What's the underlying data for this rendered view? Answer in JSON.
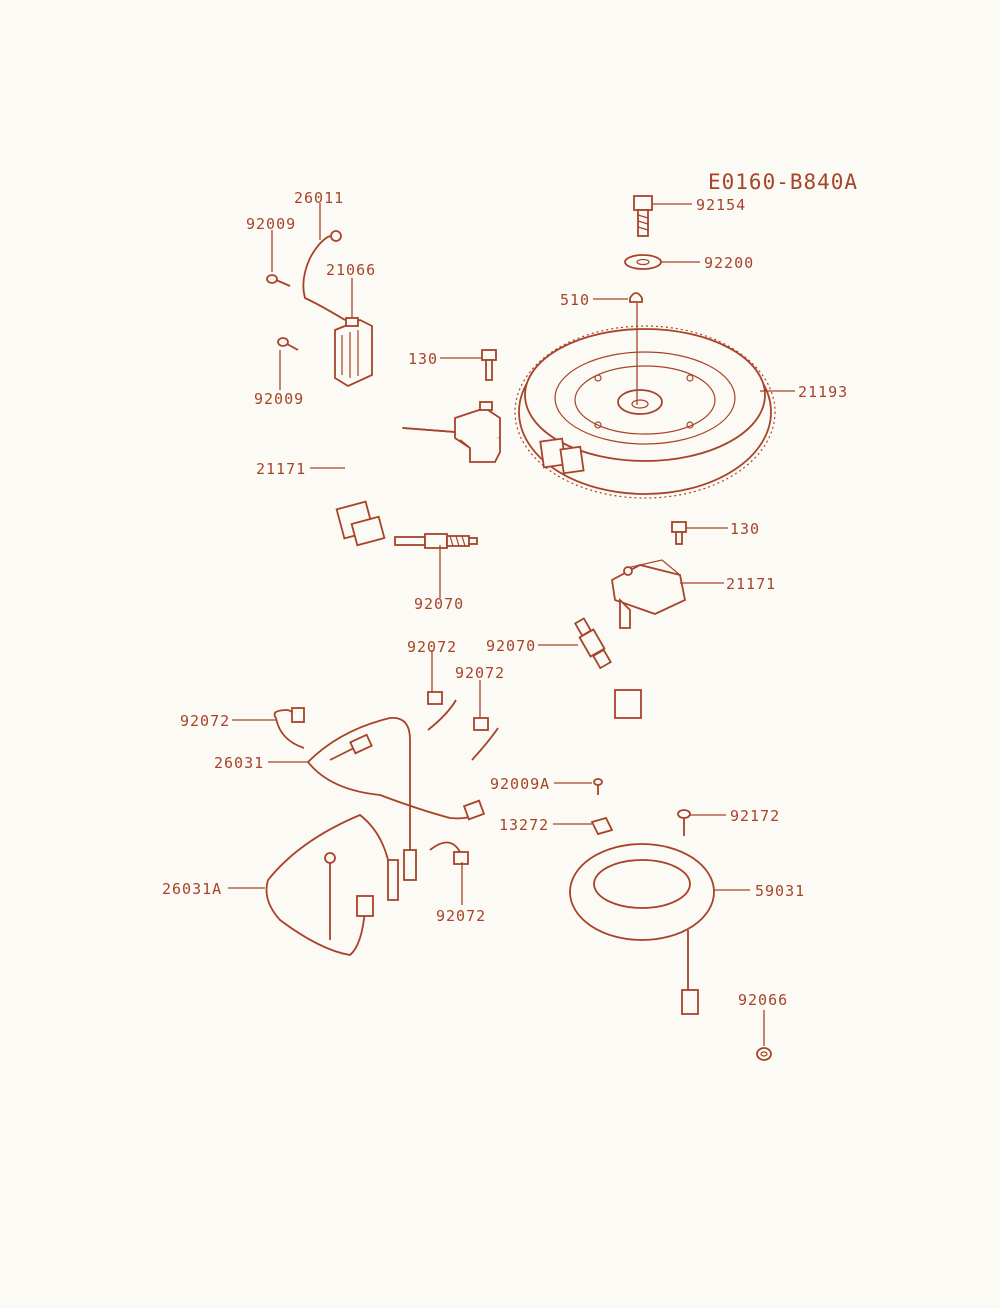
{
  "diagram_code": "E0160-B840A",
  "labels": {
    "l26011": "26011",
    "l92009_top": "92009",
    "l21066": "21066",
    "l92009_bottom": "92009",
    "l130_top": "130",
    "l21171_left": "21171",
    "l92070_left": "92070",
    "l92154": "92154",
    "l92200": "92200",
    "l510": "510",
    "l21193": "21193",
    "l130_right": "130",
    "l21171_right": "21171",
    "l92070_right": "92070",
    "l92072_a": "92072",
    "l92072_b": "92072",
    "l92072_c": "92072",
    "l26031": "26031",
    "l92009A": "92009A",
    "l13272": "13272",
    "l92172": "92172",
    "l59031": "59031",
    "l26031A": "26031A",
    "l92072_d": "92072",
    "l92066": "92066"
  },
  "colors": {
    "ink": "#a8432a",
    "paper": "#fcfaf4"
  }
}
